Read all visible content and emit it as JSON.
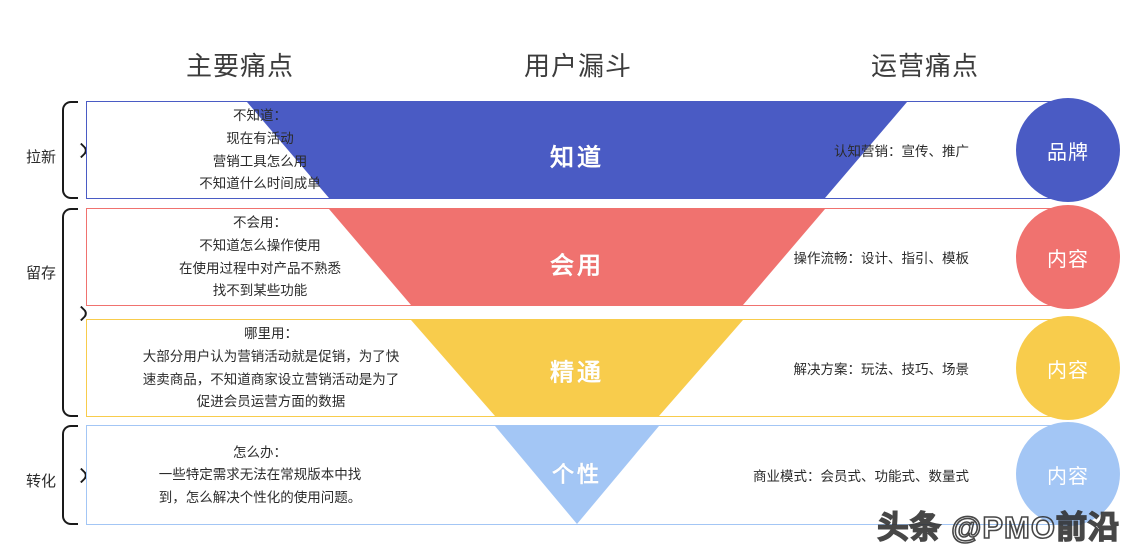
{
  "headers": {
    "pain_points": "主要痛点",
    "funnel": "用户漏斗",
    "operations": "运营痛点"
  },
  "groups": [
    {
      "label": "拉新"
    },
    {
      "label": "留存"
    },
    {
      "label": "转化"
    }
  ],
  "colors": {
    "stage1": "#4a5bc4",
    "stage2": "#f0726f",
    "stage3": "#f8cc4c",
    "stage4": "#a3c6f5",
    "text": "#2b2b2b",
    "header_text": "#3c3c3c"
  },
  "rows": [
    {
      "stage_label": "知道",
      "color": "#4a5bc4",
      "pain_lines": [
        "不知道：",
        "现在有活动",
        "营销工具怎么用",
        "不知道什么时间成单"
      ],
      "ops_text": "认知营销：宣传、推广",
      "badge": "品牌"
    },
    {
      "stage_label": "会用",
      "color": "#f0726f",
      "pain_lines": [
        "不会用：",
        "不知道怎么操作使用",
        "在使用过程中对产品不熟悉",
        "找不到某些功能"
      ],
      "ops_text": "操作流畅：设计、指引、模板",
      "badge": "内容"
    },
    {
      "stage_label": "精通",
      "color": "#f8cc4c",
      "pain_lines": [
        "哪里用：",
        "大部分用户认为营销活动就是促销，为了快",
        "速卖商品，不知道商家设立营销活动是为了",
        "促进会员运营方面的数据"
      ],
      "ops_text": "解决方案：玩法、技巧、场景",
      "badge": "内容"
    },
    {
      "stage_label": "个性",
      "color": "#a3c6f5",
      "pain_lines": [
        "怎么办：",
        "一些特定需求无法在常规版本中找",
        "到，怎么解决个性化的使用问题。"
      ],
      "ops_text": "商业模式：会员式、功能式、数量式",
      "badge": "内容"
    }
  ],
  "watermark": "头条 @PMO前沿"
}
